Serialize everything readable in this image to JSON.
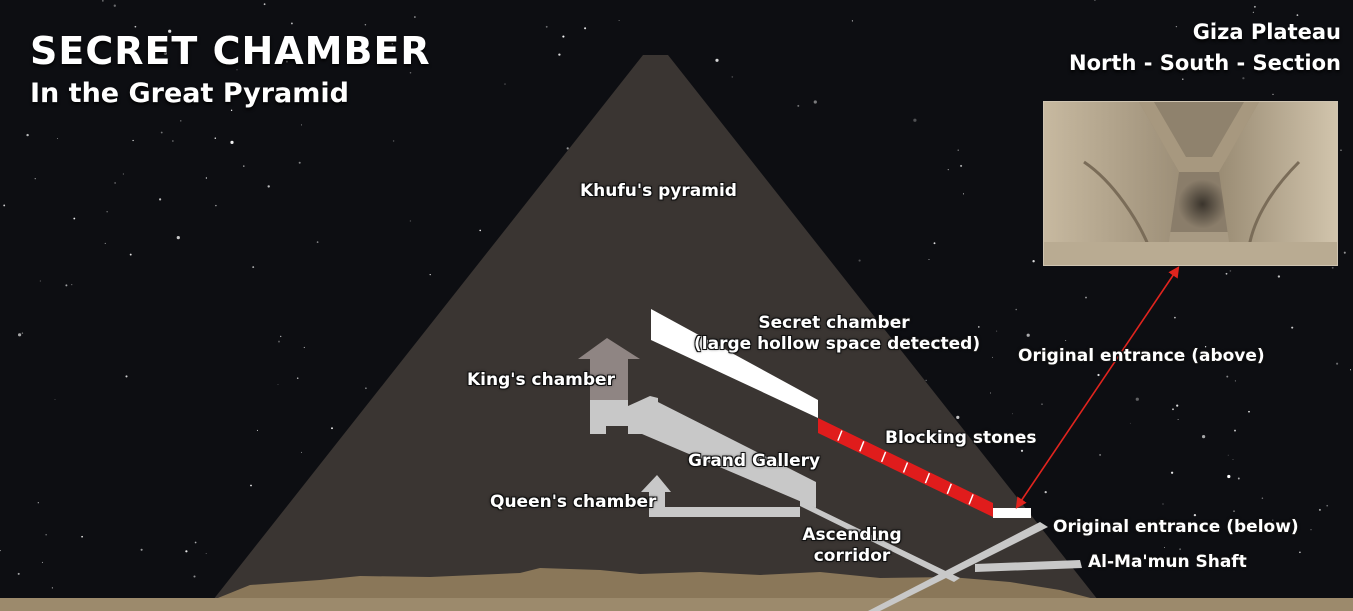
{
  "header": {
    "title": "SECRET CHAMBER",
    "subtitle": "In the Great Pyramid"
  },
  "location": {
    "line1": "Giza Plateau",
    "line2": "North - South - Section"
  },
  "labels": {
    "pyramid": "Khufu's pyramid",
    "secret_chamber_1": "Secret chamber",
    "secret_chamber_2": "(large hollow space detected)",
    "kings_chamber": "King's chamber",
    "grand_gallery": "Grand Gallery",
    "queens_chamber": "Queen's chamber",
    "ascending_1": "Ascending",
    "ascending_2": "corridor",
    "blocking_stones": "Blocking stones",
    "entrance_above": "Original entrance (above)",
    "entrance_below": "Original entrance (below)",
    "almamun": "Al-Ma'mun Shaft"
  },
  "colors": {
    "sky": "#0d0e12",
    "pyramid": "#3a3532",
    "ground": "#9c8a6c",
    "rubble": "#8a7759",
    "passages": "#c8c8c8",
    "chamber_arrow": "#8f8583",
    "secret_chamber": "#ffffff",
    "blocking": "#e01c1c",
    "pointer": "#e0241e"
  }
}
